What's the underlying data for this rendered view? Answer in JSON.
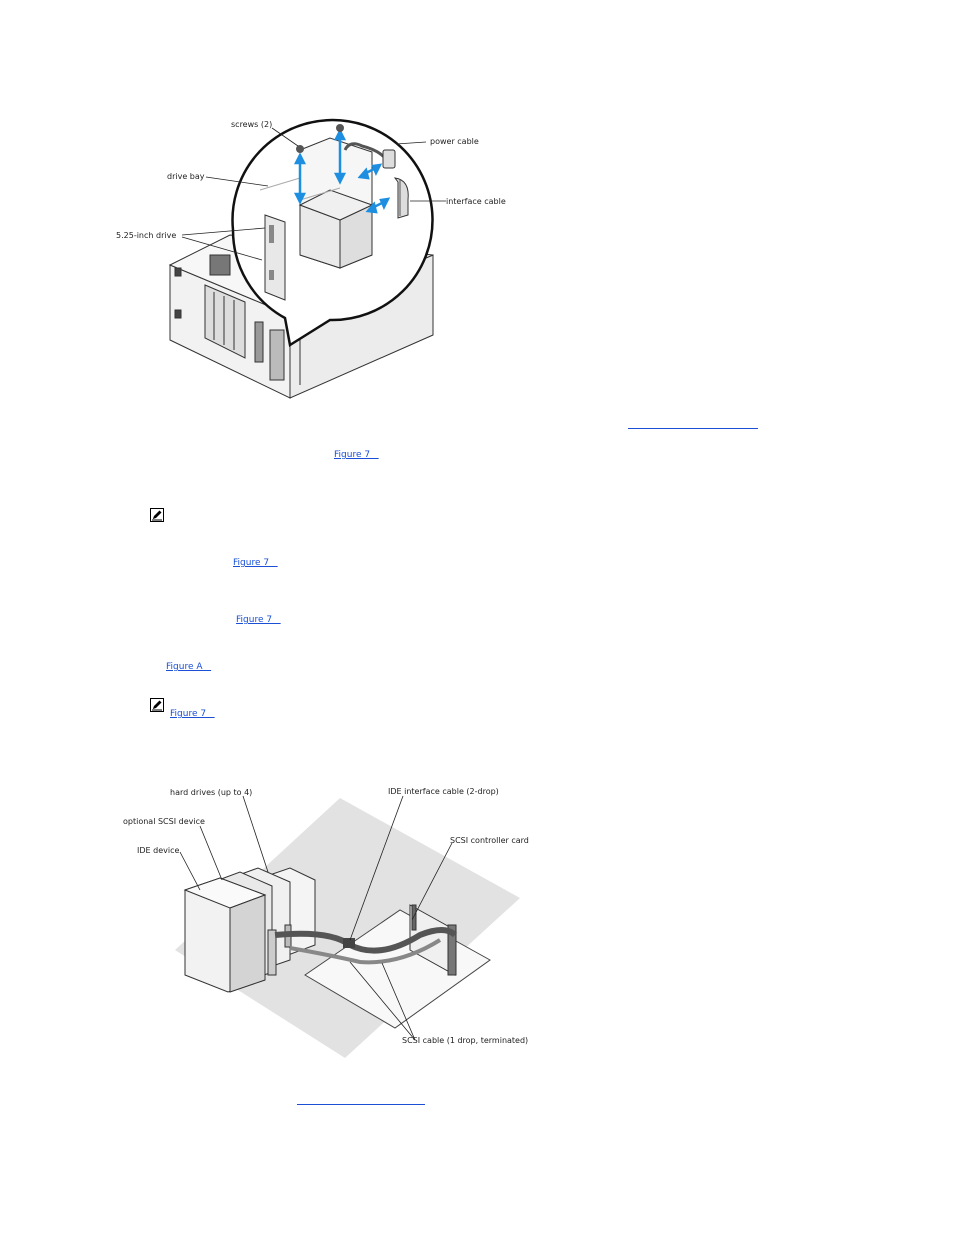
{
  "figure1": {
    "labels": {
      "screws": "screws (2)",
      "power_cable": "power cable",
      "drive_bay": "drive bay",
      "interface_cable": "interface cable",
      "drive": "5.25-inch drive"
    }
  },
  "links": {
    "figure7_a": "Figure 7   ",
    "figure7_b": "Figure 7   ",
    "figure7_c": "Figure 7   ",
    "figureA": "Figure A   ",
    "figure7_d": "Figure 7   "
  },
  "figure2": {
    "labels": {
      "hard_drives": "hard drives (up to 4)",
      "ide_interface_cable": "IDE interface cable (2-drop)",
      "optional_scsi": "optional SCSI device",
      "scsi_controller": "SCSI controller card",
      "ide_device": "IDE device",
      "scsi_cable": "SCSI cable (1 drop, terminated)"
    }
  },
  "colors": {
    "link": "#1a4fd6",
    "arrow": "#1e8fe0"
  },
  "icons": {
    "note": "note-pencil-icon"
  }
}
